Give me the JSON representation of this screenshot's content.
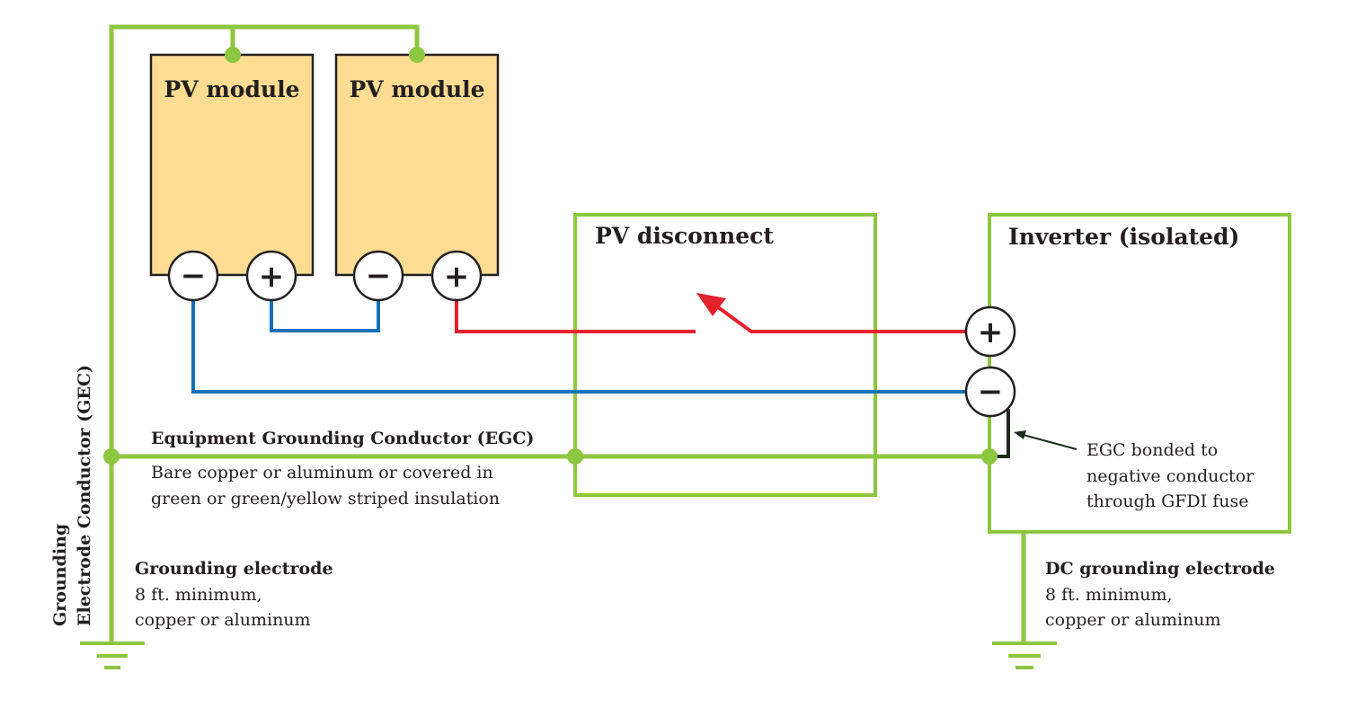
{
  "colors": {
    "ground_green": "#8dc63f",
    "module_fill": "#fedd92",
    "module_stroke": "#231f20",
    "positive_red": "#e3222d",
    "negative_blue": "#1271b5",
    "text": "#231f20",
    "bond_dark": "#1b2a1b"
  },
  "pv_modules": [
    {
      "label": "PV module",
      "terminals": [
        {
          "sign": "−",
          "polarity": "negative"
        },
        {
          "sign": "+",
          "polarity": "positive"
        }
      ]
    },
    {
      "label": "PV module",
      "terminals": [
        {
          "sign": "−",
          "polarity": "negative"
        },
        {
          "sign": "+",
          "polarity": "positive"
        }
      ]
    }
  ],
  "pv_disconnect": {
    "label": "PV disconnect",
    "switch_state": "open"
  },
  "inverter": {
    "label": "Inverter (isolated)",
    "terminals": [
      {
        "sign": "+",
        "polarity": "positive"
      },
      {
        "sign": "−",
        "polarity": "negative"
      }
    ]
  },
  "egc": {
    "title": "Equipment Grounding Conductor (EGC)",
    "description_lines": [
      "Bare copper or aluminum or covered in",
      "green or green/yellow striped insulation"
    ]
  },
  "gec": {
    "label_lines": [
      "Grounding",
      "Electrode Conductor (GEC)"
    ]
  },
  "grounding_electrode": {
    "title": "Grounding electrode",
    "lines": [
      "8 ft. minimum,",
      "copper or aluminum"
    ]
  },
  "dc_grounding_electrode": {
    "title": "DC grounding electrode",
    "lines": [
      "8 ft. minimum,",
      "copper or aluminum"
    ]
  },
  "bond_note": {
    "lines": [
      "EGC bonded to",
      "negative conductor",
      "through GFDI fuse"
    ]
  }
}
